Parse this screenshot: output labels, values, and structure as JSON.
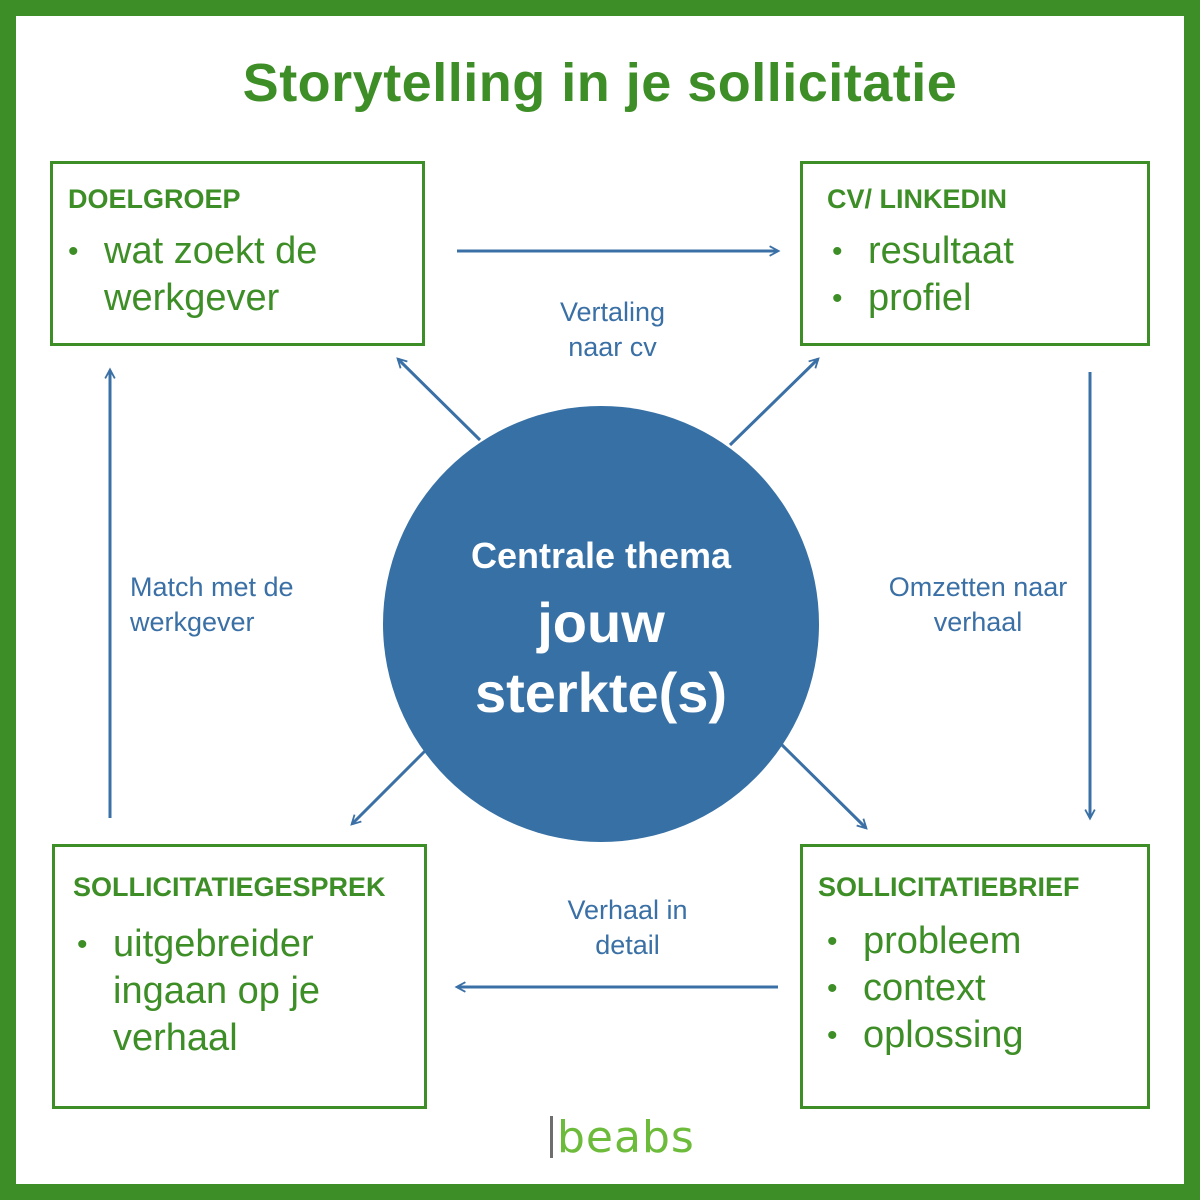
{
  "title": "Storytelling in je sollicitatie",
  "boxes": [
    {
      "id": "doelgroep",
      "heading": "DOELGROEP",
      "bullets": [
        "wat zoekt de werkgever"
      ]
    },
    {
      "id": "cv",
      "heading": "CV/ LINKEDIN",
      "bullets": [
        "resultaat",
        "profiel"
      ]
    },
    {
      "id": "gesprek",
      "heading": "SOLLICITATIEGESPREK",
      "bullets": [
        "uitgebreider ingaan op je verhaal"
      ]
    },
    {
      "id": "brief",
      "heading": "SOLLICITATIEBRIEF",
      "bullets": [
        "probleem",
        "context",
        "oplossing"
      ]
    }
  ],
  "edge_labels": {
    "top": "Vertaling naar cv",
    "right": "Omzetten naar verhaal",
    "bottom": "Verhaal in detail",
    "left": "Match met de werkgever"
  },
  "center": {
    "subtitle": "Centrale thema",
    "main": "jouw sterkte(s)"
  },
  "logo": "beabs",
  "colors": {
    "green": "#3e8e27",
    "blue": "#3a70a5",
    "circle": "#3670a5",
    "logo_green": "#6dbb3a"
  },
  "bullet_symbol": "•"
}
